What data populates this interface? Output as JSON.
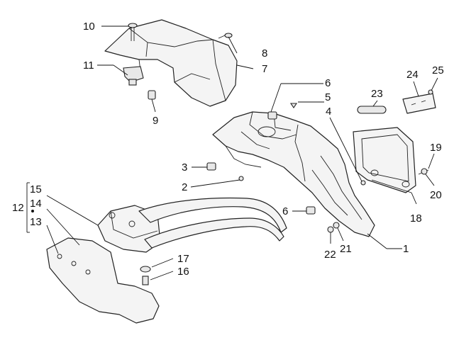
{
  "callouts": {
    "c1": "1",
    "c2": "2",
    "c3": "3",
    "c4": "4",
    "c5": "5",
    "c6a": "6",
    "c6b": "6",
    "c7": "7",
    "c8": "8",
    "c9": "9",
    "c10": "10",
    "c11": "11",
    "c12": "12",
    "c13": "13",
    "c14": "14",
    "c15": "15",
    "c16": "16",
    "c17": "17",
    "c18": "18",
    "c19": "19",
    "c20": "20",
    "c21": "21",
    "c22": "22",
    "c23": "23",
    "c24": "24",
    "c25": "25"
  }
}
